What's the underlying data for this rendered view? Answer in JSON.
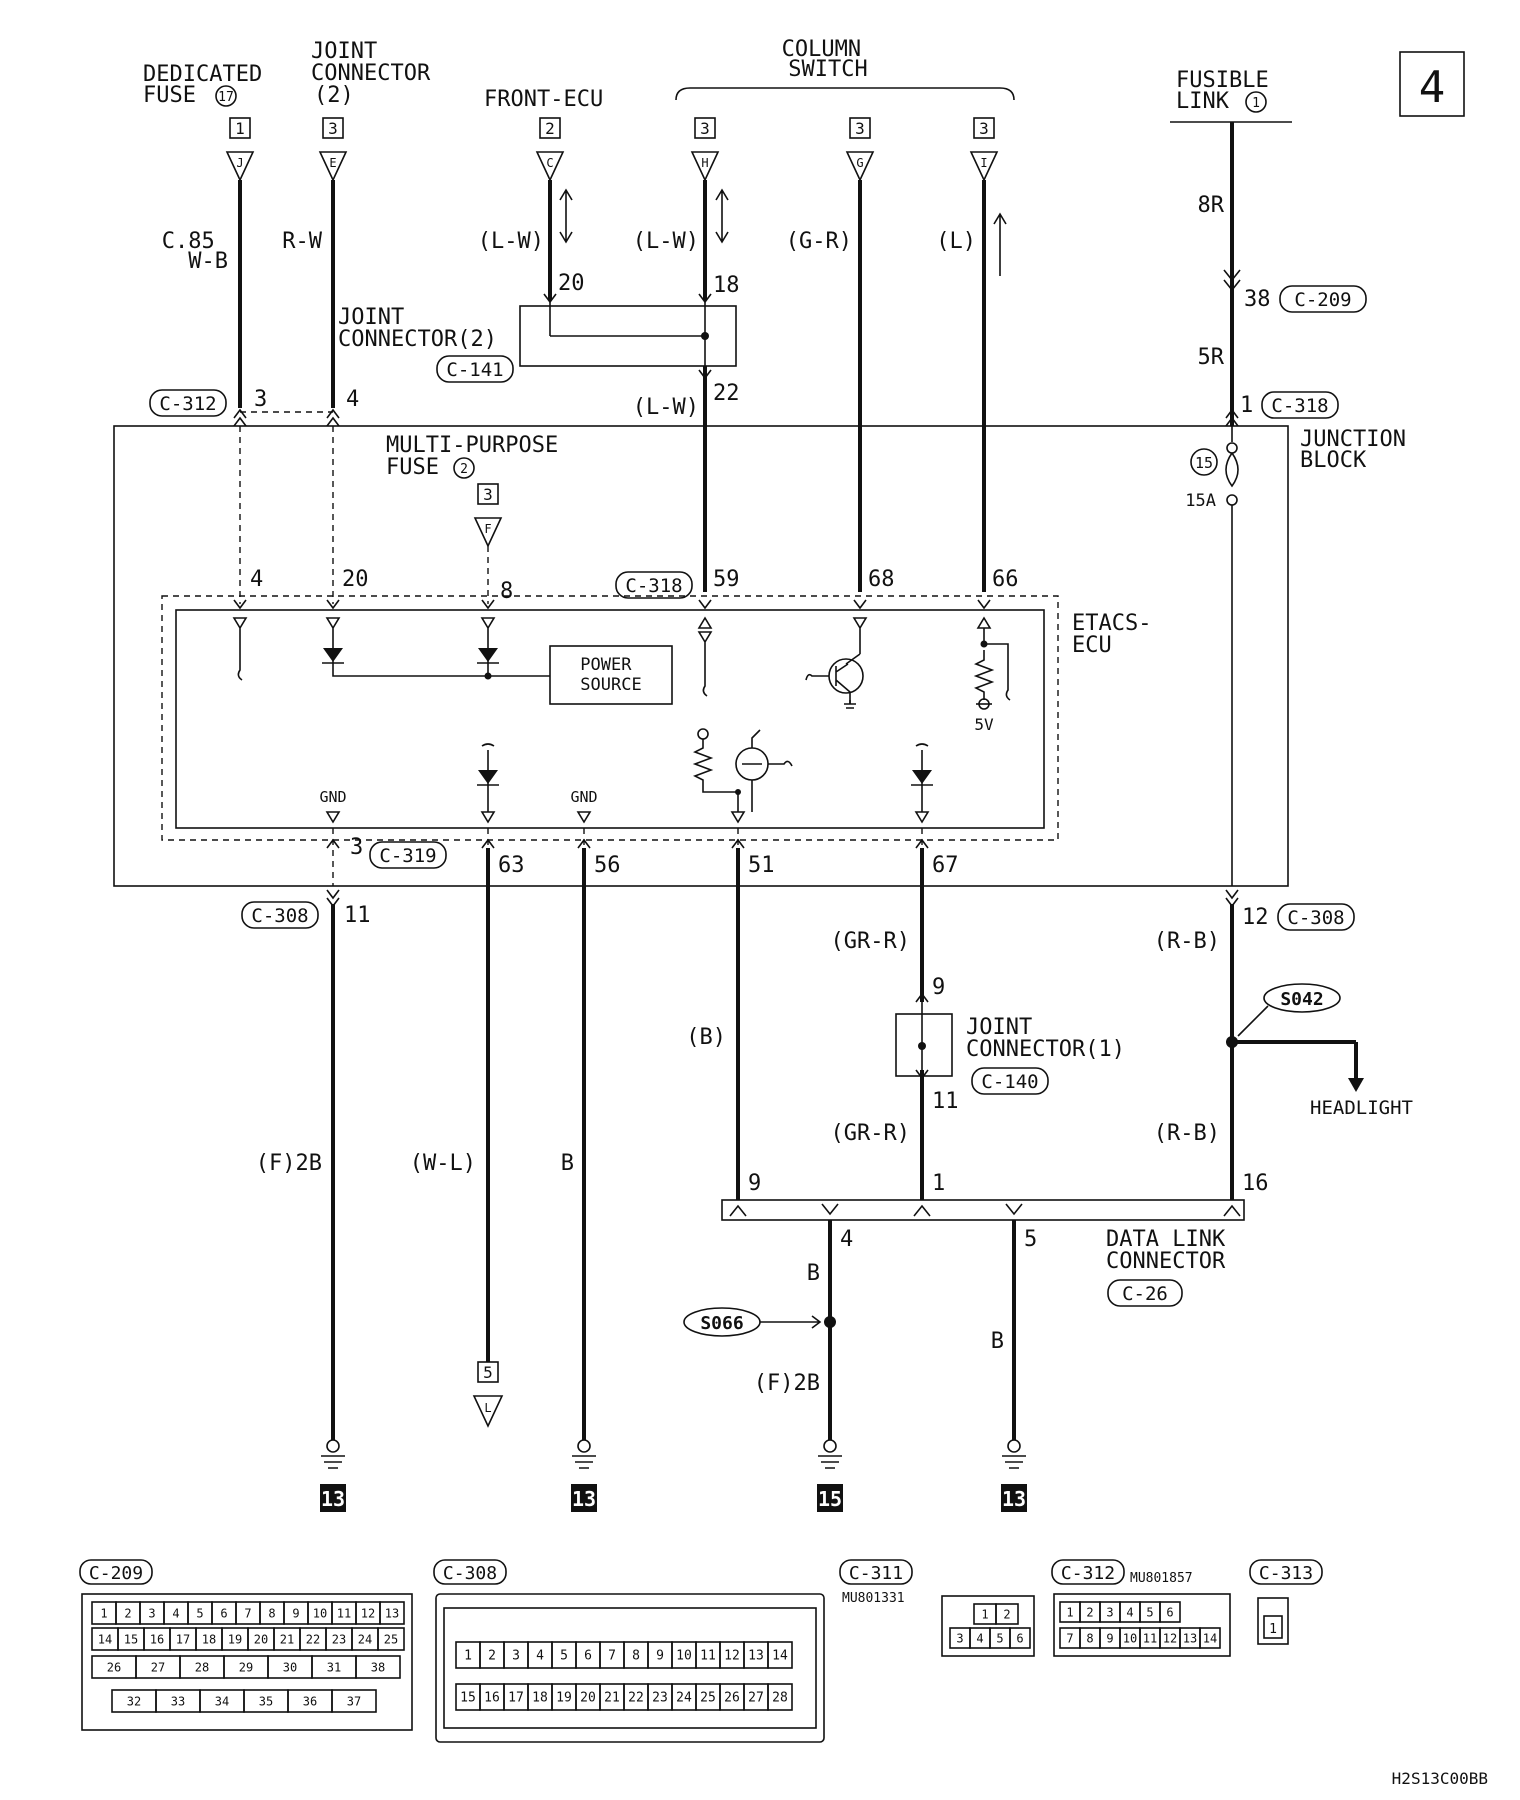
{
  "page_number": "4",
  "headers": {
    "dedicated_fuse": [
      "DEDICATED",
      "FUSE"
    ],
    "dedicated_fuse_no": "17",
    "joint_conn_top": [
      "JOINT",
      "CONNECTOR",
      "(2)"
    ],
    "front_ecu": "FRONT-ECU",
    "column_switch": [
      "COLUMN",
      "SWITCH"
    ],
    "fusible_link": [
      "FUSIBLE",
      "LINK"
    ],
    "fusible_link_no": "1"
  },
  "refs": {
    "r1": "1",
    "r3a": "3",
    "r2": "2",
    "r3b": "3",
    "r3c": "3",
    "r3d": "3",
    "r3e": "3",
    "r5": "5",
    "tJ": "J",
    "tE": "E",
    "tC": "C",
    "tH": "H",
    "tG": "G",
    "tI": "I",
    "tF": "F",
    "tL": "L"
  },
  "wires": {
    "w1": [
      "C.85",
      "W-B"
    ],
    "w2": "R-W",
    "w3": "(L-W)",
    "w4": "(L-W)",
    "w5": "(G-R)",
    "w6": "(L)",
    "w7": "(L-W)",
    "w8": "8R",
    "w9": "5R",
    "w10": "(F)2B",
    "w11": "(W-L)",
    "w12": "B",
    "w13": "(B)",
    "w14": "(GR-R)",
    "w15": "(GR-R)",
    "w16": "(R-B)",
    "w17": "(R-B)",
    "w18": "B",
    "w19": "(F)2B",
    "w20": "B"
  },
  "pins": {
    "p20": "20",
    "p18": "18",
    "p22": "22",
    "p38": "38",
    "p3a": "3",
    "p4a": "4",
    "p1": "1",
    "p4b": "4",
    "p20b": "20",
    "p8": "8",
    "p59": "59",
    "p68": "68",
    "p66": "66",
    "p3b": "3",
    "p63": "63",
    "p56": "56",
    "p51": "51",
    "p67": "67",
    "p11": "11",
    "p12": "12",
    "p9a": "9",
    "p11b": "11",
    "p9b": "9",
    "p1b": "1",
    "p16": "16",
    "p4c": "4",
    "p5": "5"
  },
  "connectors": {
    "c209": "C-209",
    "c141": "C-141",
    "c312": "C-312",
    "c318a": "C-318",
    "c318b": "C-318",
    "c319": "C-319",
    "c308a": "C-308",
    "c308b": "C-308",
    "c140": "C-140",
    "c26": "C-26"
  },
  "blocks": {
    "joint_conn2": [
      "JOINT",
      "CONNECTOR(2)"
    ],
    "multi_fuse": [
      "MULTI-PURPOSE",
      "FUSE"
    ],
    "multi_fuse_no": "2",
    "junction": [
      "JUNCTION",
      "BLOCK"
    ],
    "etacs": [
      "ETACS-",
      "ECU"
    ],
    "power_source": [
      "POWER",
      "SOURCE"
    ],
    "gnd1": "GND",
    "gnd2": "GND",
    "v5": "5V",
    "fuse15": "15",
    "fuse15a": "15A",
    "joint_conn1": [
      "JOINT",
      "CONNECTOR(1)"
    ],
    "data_link": [
      "DATA LINK",
      "CONNECTOR"
    ],
    "headlight": "HEADLIGHT",
    "s042": "S042",
    "s066": "S066"
  },
  "grounds": [
    "13",
    "13",
    "15",
    "13"
  ],
  "bottom": {
    "c209": "C-209",
    "c308": "C-308",
    "c311": "C-311",
    "c311_part": "MU801331",
    "c312": "C-312",
    "c312_part": "MU801857",
    "c313": "C-313",
    "c209_row1": [
      "1",
      "2",
      "3",
      "4",
      "5",
      "6",
      "7",
      "8",
      "9",
      "10",
      "11",
      "12",
      "13"
    ],
    "c209_row2": [
      "14",
      "15",
      "16",
      "17",
      "18",
      "19",
      "20",
      "21",
      "22",
      "23",
      "24",
      "25"
    ],
    "c209_row3": [
      "26",
      "27",
      "28",
      "29",
      "30",
      "31",
      "38"
    ],
    "c209_row4": [
      "32",
      "33",
      "34",
      "35",
      "36",
      "37"
    ],
    "c308_row1": [
      "1",
      "2",
      "3",
      "4",
      "5",
      "6",
      "7",
      "8",
      "9",
      "10",
      "11",
      "12",
      "13",
      "14"
    ],
    "c308_row2": [
      "15",
      "16",
      "17",
      "18",
      "19",
      "20",
      "21",
      "22",
      "23",
      "24",
      "25",
      "26",
      "27",
      "28"
    ],
    "c311_row1": [
      "1",
      "2"
    ],
    "c311_row2": [
      "3",
      "4",
      "5",
      "6"
    ],
    "c312_row1": [
      "1",
      "2",
      "3",
      "4",
      "5",
      "6"
    ],
    "c312_row2": [
      "7",
      "8",
      "9",
      "10",
      "11",
      "12",
      "13",
      "14"
    ],
    "c313_pin": "1"
  },
  "doc_code": "H2S13C00BB"
}
